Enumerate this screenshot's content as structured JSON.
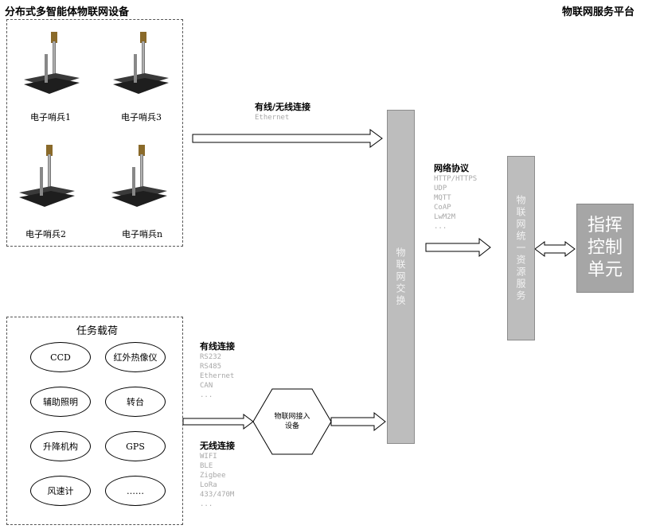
{
  "header": {
    "left_title": "分布式多智能体物联网设备",
    "right_title": "物联网服务平台"
  },
  "sentries": [
    {
      "label": "电子哨兵1"
    },
    {
      "label": "电子哨兵3"
    },
    {
      "label": "电子哨兵2"
    },
    {
      "label": "电子哨兵n"
    }
  ],
  "upper_link": {
    "title": "有线/无线连接",
    "protocols": [
      "Ethernet"
    ]
  },
  "payload": {
    "title": "任务载荷",
    "items": [
      "CCD",
      "红外热像仪",
      "辅助照明",
      "转台",
      "升降机构",
      "GPS",
      "风速计",
      "……"
    ]
  },
  "wired": {
    "title": "有线连接",
    "protocols": [
      "RS232",
      "RS485",
      "Ethernet",
      "CAN",
      "..."
    ]
  },
  "wireless": {
    "title": "无线连接",
    "protocols": [
      "WIFI",
      "BLE",
      "Zigbee",
      "LoRa",
      "433/470M",
      "..."
    ]
  },
  "gateway": {
    "label": "物联网接入设备"
  },
  "switch_bar": {
    "label": "物联网交换"
  },
  "network": {
    "title": "网络协议",
    "protocols": [
      "HTTP/HTTPS",
      "UDP",
      "MQTT",
      "CoAP",
      "LwM2M",
      "..."
    ]
  },
  "resource_bar": {
    "label": "物联网统一资源服务"
  },
  "command": {
    "label": "指挥控制单元"
  }
}
